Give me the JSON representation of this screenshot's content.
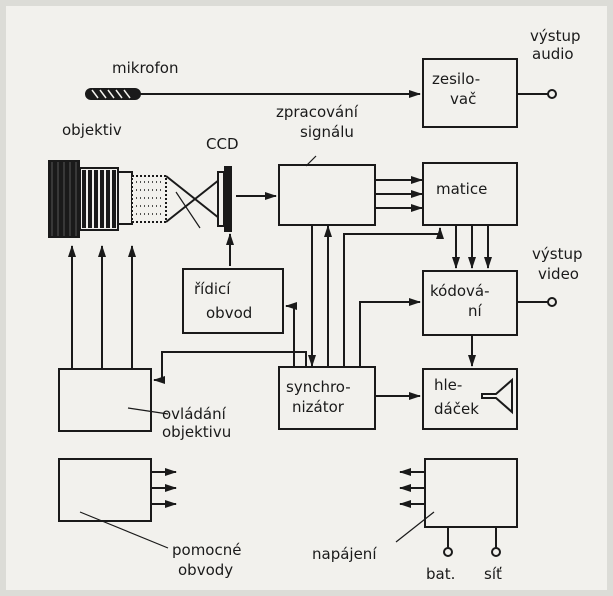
{
  "blocks": {
    "amplifier": [
      "zesilo-",
      "vač"
    ],
    "signal_processing": [],
    "matrix": [
      "matice"
    ],
    "coding": [
      "kódová-",
      "ní"
    ],
    "control_circuit": [
      "řídicí",
      "obvod"
    ],
    "synchronizer": [
      "synchro-",
      "nizátor"
    ],
    "viewfinder": [
      "hle-",
      "dáček"
    ],
    "lens_control": [],
    "aux_circuits": [],
    "power_supply": []
  },
  "labels": {
    "microphone": "mikrofon",
    "audio_output": [
      "výstup",
      "audio"
    ],
    "lens": "objektiv",
    "ccd": "CCD",
    "signal_processing": [
      "zpracování",
      "signálu"
    ],
    "video_output": [
      "výstup",
      "video"
    ],
    "lens_control": [
      "ovládání",
      "objektivu"
    ],
    "aux_circuits": [
      "pomocné",
      "obvody"
    ],
    "power_supply": "napájení",
    "battery": "bat.",
    "mains": "síť"
  },
  "colors": {
    "ink": "#1a1a1a",
    "paper": "#f2f1ed"
  }
}
